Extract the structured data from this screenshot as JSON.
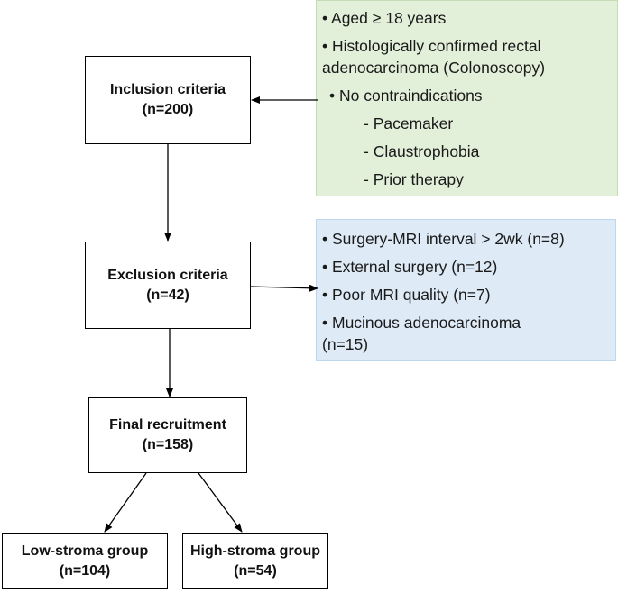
{
  "boxes": {
    "inclusion": {
      "title": "Inclusion criteria",
      "count": "(n=200)"
    },
    "exclusion": {
      "title": "Exclusion criteria",
      "count": "(n=42)"
    },
    "final": {
      "title": "Final recruitment",
      "count": "(n=158)"
    },
    "low": {
      "title": "Low-stroma group",
      "count": "(n=104)"
    },
    "high": {
      "title": "High-stroma group",
      "count": "(n=54)"
    }
  },
  "inclusion_panel": {
    "lines": [
      "• Aged  ≥ 18 years",
      "• Histologically confirmed rectal",
      "adenocarcinoma (Colonoscopy)",
      "• No contraindications",
      "- Pacemaker",
      "- Claustrophobia",
      "- Prior therapy"
    ]
  },
  "exclusion_panel": {
    "lines": [
      "• Surgery-MRI interval > 2wk (n=8)",
      "• External surgery (n=12)",
      "• Poor MRI quality (n=7)",
      "• Mucinous adenocarcinoma",
      "(n=15)"
    ]
  },
  "colors": {
    "inclusion_panel_bg": "#e2efd9",
    "inclusion_panel_border": "#c5dcb5",
    "exclusion_panel_bg": "#deebf7",
    "exclusion_panel_border": "#bdd7ee",
    "line": "#000000"
  }
}
